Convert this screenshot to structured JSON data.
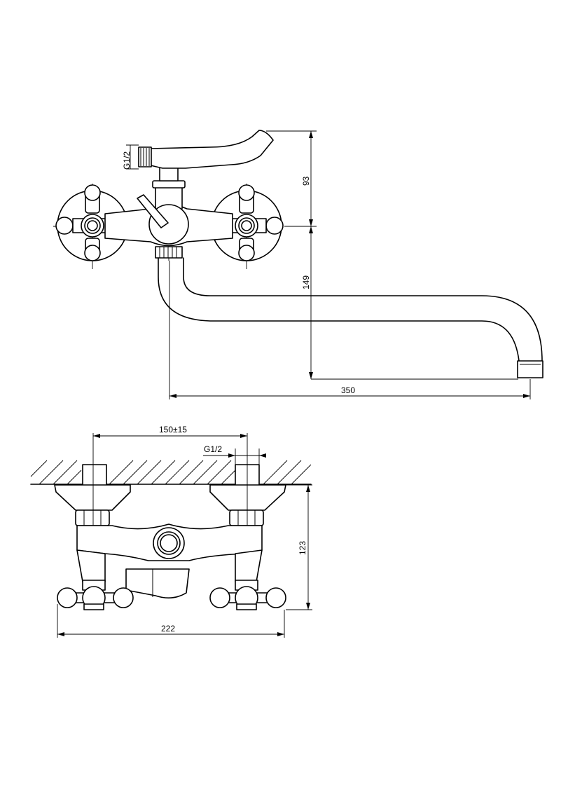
{
  "front_view": {
    "thread_label": "G1/2",
    "dim_height_upper": "93",
    "dim_height_lower": "149",
    "dim_spout_reach": "350"
  },
  "top_view": {
    "dim_center_distance": "150±15",
    "thread_label": "G1/2",
    "dim_depth": "123",
    "dim_overall_width": "222"
  }
}
